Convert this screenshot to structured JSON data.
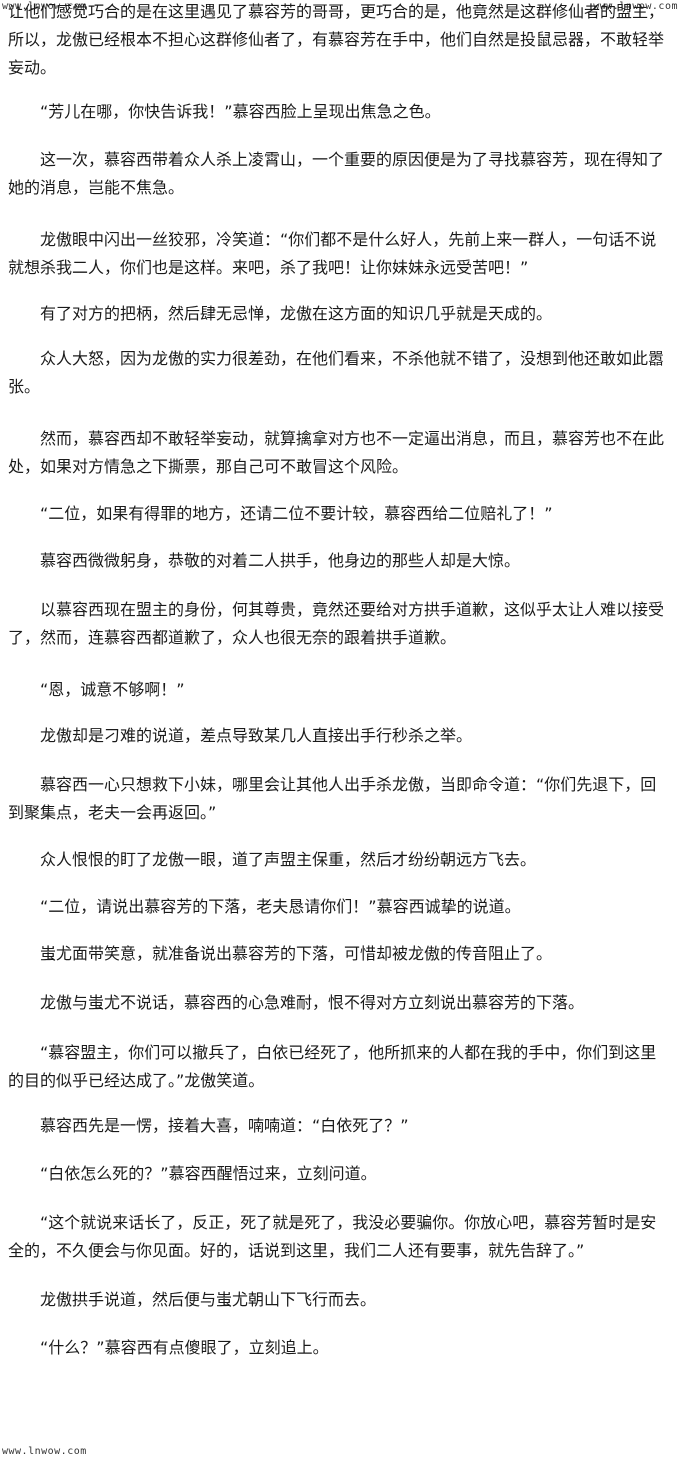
{
  "watermark": {
    "top_left": "www.lnwow.com",
    "top_right": "www.lnwow.com",
    "bottom_left": "www.lnwow.com"
  },
  "paragraphs": [
    "让他们感觉巧合的是在这里遇见了慕容芳的哥哥，更巧合的是，他竟然是这群修仙者的盟主，所以，龙傲已经根本不担心这群修仙者了，有慕容芳在手中，他们自然是投鼠忌器，不敢轻举妄动。",
    "“芳儿在哪，你快告诉我！”慕容西脸上呈现出焦急之色。",
    "这一次，慕容西带着众人杀上凌霄山，一个重要的原因便是为了寻找慕容芳，现在得知了她的消息，岂能不焦急。",
    "龙傲眼中闪出一丝狡邪，冷笑道：“你们都不是什么好人，先前上来一群人，一句话不说就想杀我二人，你们也是这样。来吧，杀了我吧！让你妹妹永远受苦吧！”",
    "有了对方的把柄，然后肆无忌惮，龙傲在这方面的知识几乎就是天成的。",
    "众人大怒，因为龙傲的实力很差劲，在他们看来，不杀他就不错了，没想到他还敢如此嚣张。",
    "然而，慕容西却不敢轻举妄动，就算擒拿对方也不一定逼出消息，而且，慕容芳也不在此处，如果对方情急之下撕票，那自己可不敢冒这个风险。",
    "“二位，如果有得罪的地方，还请二位不要计较，慕容西给二位赔礼了！”",
    "慕容西微微躬身，恭敬的对着二人拱手，他身边的那些人却是大惊。",
    "以慕容西现在盟主的身份，何其尊贵，竟然还要给对方拱手道歉，这似乎太让人难以接受了，然而，连慕容西都道歉了，众人也很无奈的跟着拱手道歉。",
    "“恩，诚意不够啊！”",
    "龙傲却是刁难的说道，差点导致某几人直接出手行秒杀之举。",
    "慕容西一心只想救下小妹，哪里会让其他人出手杀龙傲，当即命令道：“你们先退下，回到聚集点，老夫一会再返回。”",
    "众人恨恨的盯了龙傲一眼，道了声盟主保重，然后才纷纷朝远方飞去。",
    "“二位，请说出慕容芳的下落，老夫恳请你们！”慕容西诚挚的说道。",
    "蚩尤面带笑意，就准备说出慕容芳的下落，可惜却被龙傲的传音阻止了。",
    "龙傲与蚩尤不说话，慕容西的心急难耐，恨不得对方立刻说出慕容芳的下落。",
    "“慕容盟主，你们可以撤兵了，白依已经死了，他所抓来的人都在我的手中，你们到这里的目的似乎已经达成了。”龙傲笑道。",
    "慕容西先是一愣，接着大喜，喃喃道：“白依死了？”",
    "“白依怎么死的？”慕容西醒悟过来，立刻问道。",
    "“这个就说来话长了，反正，死了就是死了，我没必要骗你。你放心吧，慕容芳暂时是安全的，不久便会与你见面。好的，话说到这里，我们二人还有要事，就先告辞了。”",
    "龙傲拱手说道，然后便与蚩尤朝山下飞行而去。",
    "“什么？”慕容西有点傻眼了，立刻追上。"
  ]
}
